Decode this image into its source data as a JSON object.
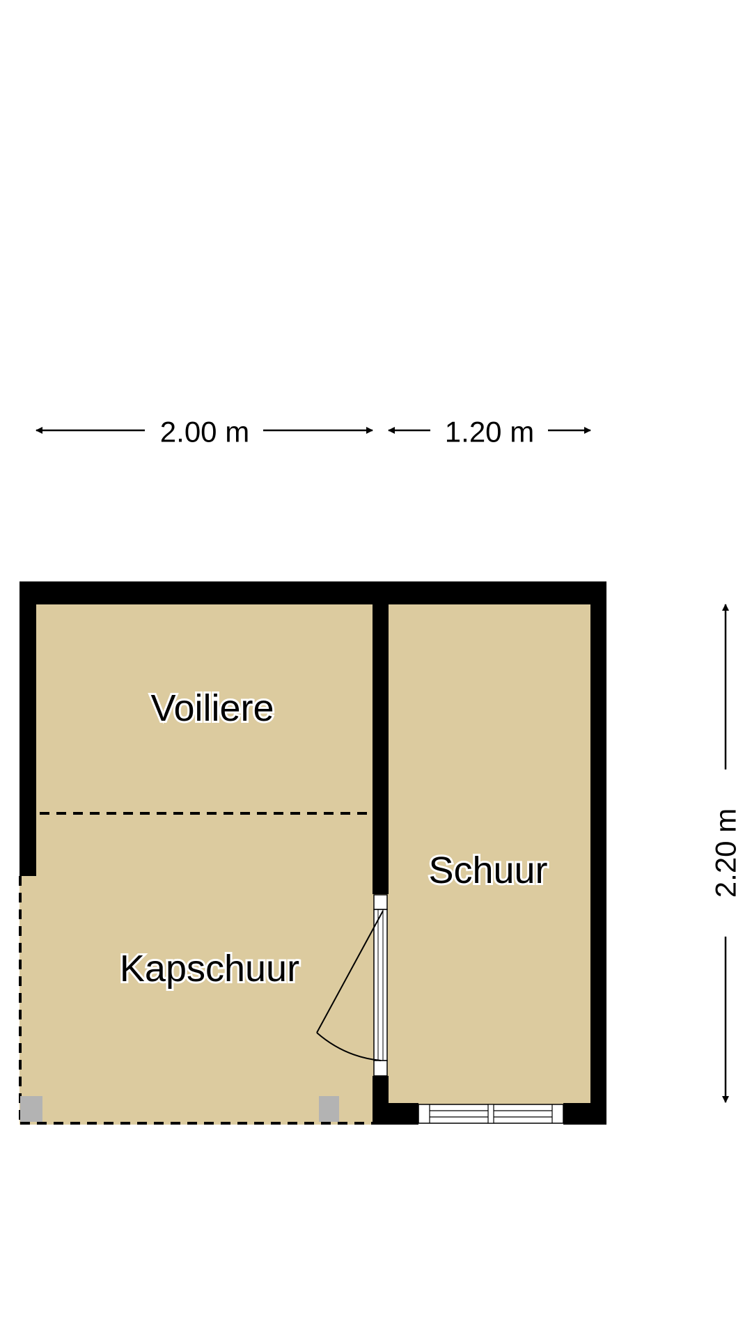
{
  "rooms": {
    "voiliere": "Voiliere",
    "kapschuur": "Kapschuur",
    "schuur": "Schuur"
  },
  "dimensions": {
    "width_left": "2.00 m",
    "width_right": "1.20 m",
    "height": "2.20 m"
  },
  "colors": {
    "floor": "#dccb9f",
    "wall": "#000000",
    "post": "#b3b3b3"
  }
}
